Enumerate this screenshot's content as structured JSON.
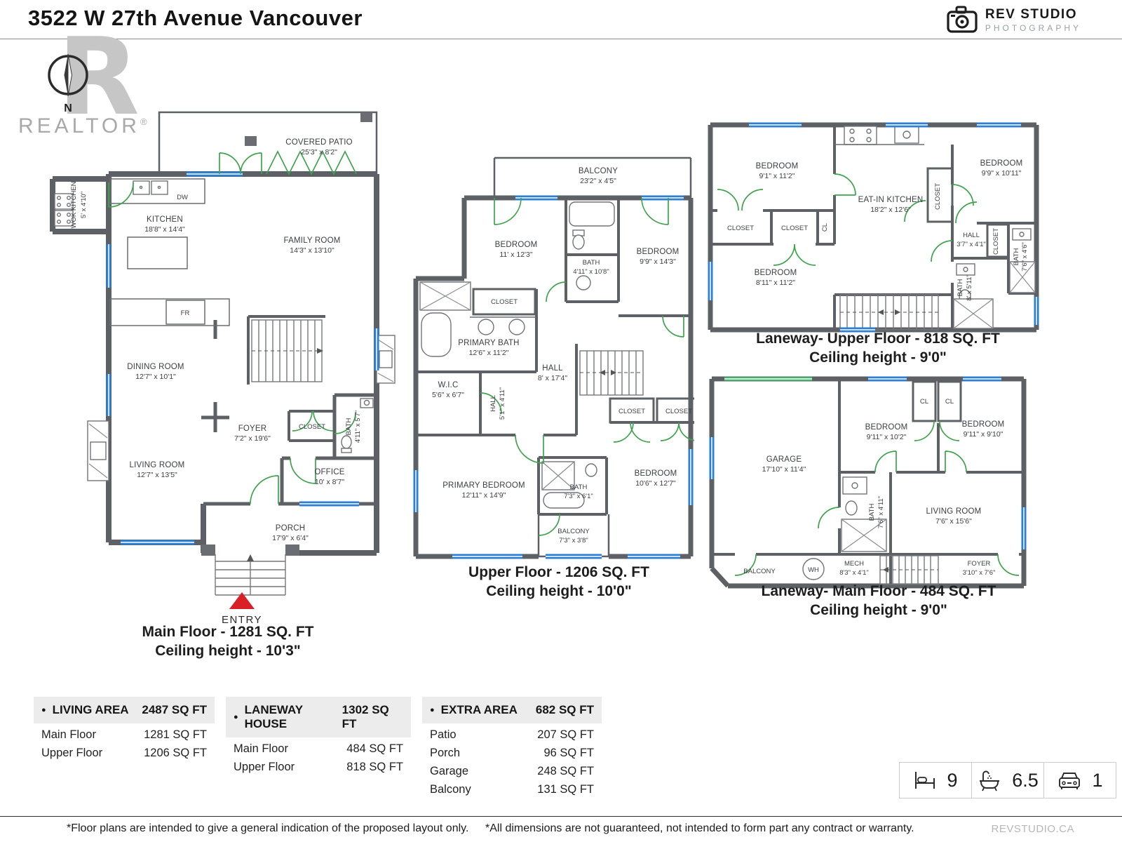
{
  "header": {
    "title": "3522 W 27th Avenue Vancouver",
    "studio_name": "REV STUDIO",
    "studio_sub": "PHOTOGRAPHY"
  },
  "watermark": {
    "letter": "R",
    "brand": "REALTOR",
    "reg": "®",
    "north": "N"
  },
  "bullet": "●",
  "plans": {
    "main": {
      "caption_line1": "Main Floor - 1281 SQ. FT",
      "caption_line2": "Ceiling height - 10'3\"",
      "entry_label": "ENTRY",
      "rooms": {
        "covered_patio": {
          "name": "COVERED PATIO",
          "dims": "25'3\" x 8'2\""
        },
        "wok_kitchen": {
          "name": "WOK KITCHEN",
          "dims": "5' x 4'10\""
        },
        "kitchen": {
          "name": "KITCHEN",
          "dims": "18'8\" x 14'4\""
        },
        "family_room": {
          "name": "FAMILY ROOM",
          "dims": "14'3\" x 13'10\""
        },
        "dining_room": {
          "name": "DINING ROOM",
          "dims": "12'7\" x 10'1\""
        },
        "foyer": {
          "name": "FOYER",
          "dims": "7'2\" x 19'6\""
        },
        "closet": {
          "name": "CLOSET"
        },
        "bath": {
          "name": "BATH",
          "dims": "4'11\" x 5'7\""
        },
        "living_room": {
          "name": "LIVING ROOM",
          "dims": "12'7\" x 13'5\""
        },
        "office": {
          "name": "OFFICE",
          "dims": "10' x 8'7\""
        },
        "porch": {
          "name": "PORCH",
          "dims": "17'9\" x 6'4\""
        },
        "fridge": "FR",
        "dishwasher": "DW"
      }
    },
    "upper": {
      "caption_line1": "Upper Floor - 1206 SQ. FT",
      "caption_line2": "Ceiling height - 10'0\"",
      "rooms": {
        "balcony_top": {
          "name": "BALCONY",
          "dims": "23'2\" x 4'5\""
        },
        "bedroom1": {
          "name": "BEDROOM",
          "dims": "11' x 12'3\""
        },
        "bath_top": {
          "name": "BATH",
          "dims": "4'11\" x 10'8\""
        },
        "bedroom2": {
          "name": "BEDROOM",
          "dims": "9'9\" x 14'3\""
        },
        "closet_left": {
          "name": "CLOSET"
        },
        "primary_bath": {
          "name": "PRIMARY BATH",
          "dims": "12'6\" x 11'2\""
        },
        "wic": {
          "name": "W.I.C",
          "dims": "5'6\" x 6'7\""
        },
        "hall_small": {
          "name": "HALL",
          "dims": "5'1\" x 4'11\""
        },
        "hall": {
          "name": "HALL",
          "dims": "8' x 17'4\""
        },
        "closet_a": {
          "name": "CLOSET"
        },
        "closet_b": {
          "name": "CLOSET"
        },
        "primary_bedroom": {
          "name": "PRIMARY BEDROOM",
          "dims": "12'11\" x 14'9\""
        },
        "bath_lower": {
          "name": "BATH",
          "dims": "7'3\" x 6'1\""
        },
        "bedroom3": {
          "name": "BEDROOM",
          "dims": "10'6\" x 12'7\""
        },
        "balcony_lower": {
          "name": "BALCONY",
          "dims": "7'3\" x 3'8\""
        }
      }
    },
    "laneway_upper": {
      "caption_line1": "Laneway- Upper Floor - 818 SQ. FT",
      "caption_line2": "Ceiling height - 9'0\"",
      "rooms": {
        "bedroom1": {
          "name": "BEDROOM",
          "dims": "9'1\" x 11'2\""
        },
        "closet1": {
          "name": "CLOSET"
        },
        "closet2": {
          "name": "CLOSET"
        },
        "cl": {
          "name": "CL"
        },
        "bedroom2": {
          "name": "BEDROOM",
          "dims": "8'11\" x 11'2\""
        },
        "eat_in_kitchen": {
          "name": "EAT-IN KITCHEN",
          "dims": "18'2\" x 12'6\""
        },
        "closet3": {
          "name": "CLOSET"
        },
        "bedroom3": {
          "name": "BEDROOM",
          "dims": "9'9\" x 10'11\""
        },
        "hall": {
          "name": "HALL",
          "dims": "3'7\" x 4'1\""
        },
        "closet4": {
          "name": "CLOSET"
        },
        "bath1": {
          "name": "BATH",
          "dims": "8' x 5'11\""
        },
        "bath2": {
          "name": "BATH",
          "dims": "7'6\" x 4'6\""
        }
      }
    },
    "laneway_main": {
      "caption_line1": "Laneway- Main Floor - 484 SQ. FT",
      "caption_line2": "Ceiling height - 9'0\"",
      "rooms": {
        "garage": {
          "name": "GARAGE",
          "dims": "17'10\" x 11'4\""
        },
        "bedroom1": {
          "name": "BEDROOM",
          "dims": "9'11\" x 10'2\""
        },
        "cl1": {
          "name": "CL"
        },
        "cl2": {
          "name": "CL"
        },
        "bedroom2": {
          "name": "BEDROOM",
          "dims": "9'11\" x 9'10\""
        },
        "bath": {
          "name": "BATH",
          "dims": "7'6\" x 4'11\""
        },
        "living_room": {
          "name": "LIVING ROOM",
          "dims": "7'6\" x 15'6\""
        },
        "balcony": {
          "name": "BALCONY"
        },
        "wh": "WH",
        "mech": {
          "name": "MECH",
          "dims": "8'3\" x 4'1\""
        },
        "foyer": {
          "name": "FOYER",
          "dims": "3'10\" x 7'6\""
        }
      }
    }
  },
  "summary_tables": [
    {
      "title": "LIVING AREA",
      "total": "2487 SQ FT",
      "rows": [
        {
          "label": "Main Floor",
          "value": "1281 SQ FT"
        },
        {
          "label": "Upper Floor",
          "value": "1206 SQ FT"
        }
      ]
    },
    {
      "title": "LANEWAY HOUSE",
      "total": "1302 SQ FT",
      "rows": [
        {
          "label": "Main Floor",
          "value": "484 SQ FT"
        },
        {
          "label": "Upper Floor",
          "value": "818 SQ FT"
        }
      ]
    },
    {
      "title": "EXTRA AREA",
      "total": "682 SQ FT",
      "rows": [
        {
          "label": "Patio",
          "value": "207 SQ FT"
        },
        {
          "label": "Porch",
          "value": "96 SQ FT"
        },
        {
          "label": "Garage",
          "value": "248 SQ FT"
        },
        {
          "label": "Balcony",
          "value": "131 SQ FT"
        }
      ]
    }
  ],
  "stats": {
    "beds": "9",
    "baths": "6.5",
    "cars": "1"
  },
  "footer": {
    "left": "*Floor plans are intended to give a general indication of the proposed layout only.",
    "right": "*All dimensions are not guaranteed, not intended to form part any contract or warranty.",
    "site": "REVSTUDIO.CA"
  },
  "colors": {
    "wall": "#5d6065",
    "window": "#2b7fd4",
    "door": "#3fa34d",
    "entry": "#d92027"
  }
}
